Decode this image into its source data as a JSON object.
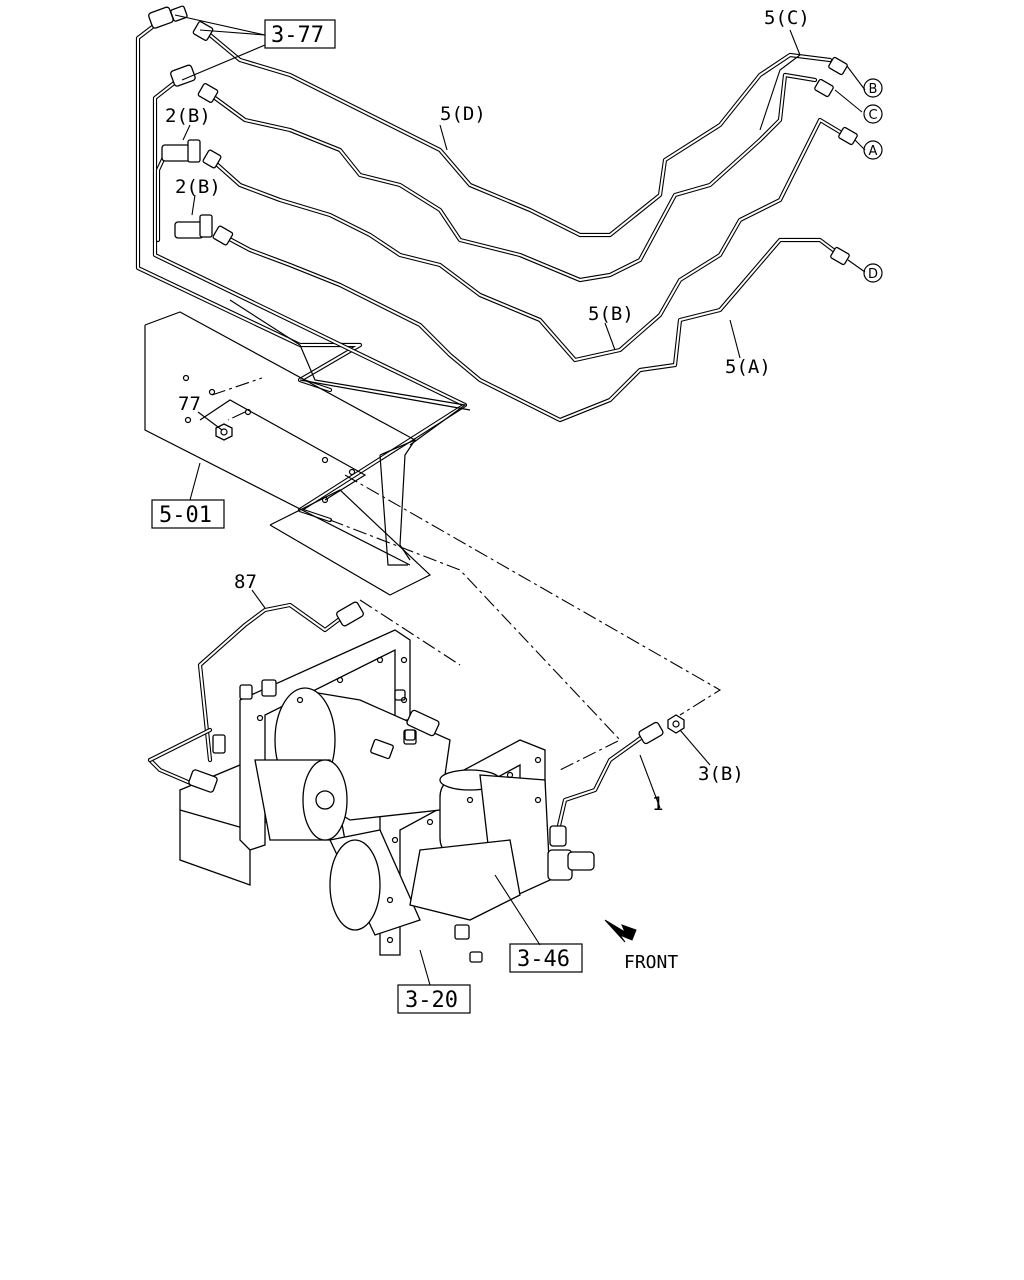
{
  "callouts": {
    "pipe_5a": "5(A)",
    "pipe_5b": "5(B)",
    "pipe_5c": "5(C)",
    "pipe_5d": "5(D)",
    "connector_2b_upper": "2(B)",
    "connector_2b_lower": "2(B)",
    "nut_77": "77",
    "hose_87": "87",
    "pipe_1": "1",
    "nut_3b": "3(B)"
  },
  "references": {
    "ref_3_77": "3-77",
    "ref_5_01": "5-01",
    "ref_3_46": "3-46",
    "ref_3_20": "3-20"
  },
  "ends": {
    "a": "A",
    "b": "B",
    "c": "C",
    "d": "D"
  },
  "direction": {
    "front_label": "FRONT"
  }
}
